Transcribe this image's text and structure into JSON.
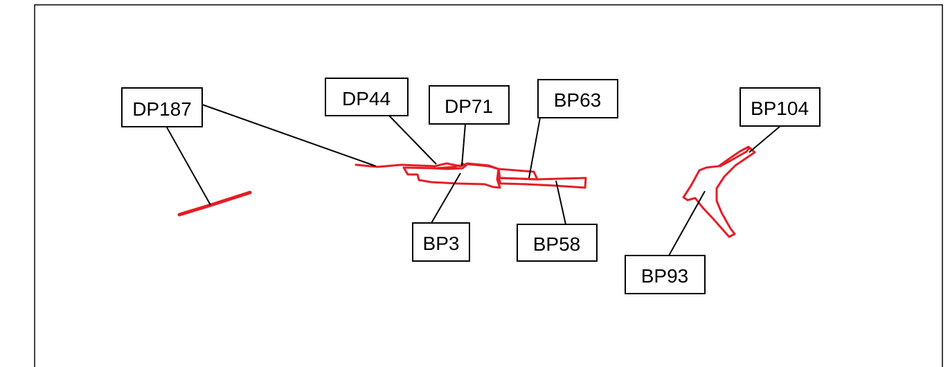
{
  "colors": {
    "shape_stroke": "#e41e26",
    "frame_stroke": "#000000",
    "label_border": "#000000",
    "label_text": "#000000",
    "background": "#ffffff"
  },
  "labels": {
    "dp187": "DP187",
    "dp44": "DP44",
    "dp71": "DP71",
    "bp63": "BP63",
    "bp104": "BP104",
    "bp3": "BP3",
    "bp58": "BP58",
    "bp93": "BP93"
  }
}
